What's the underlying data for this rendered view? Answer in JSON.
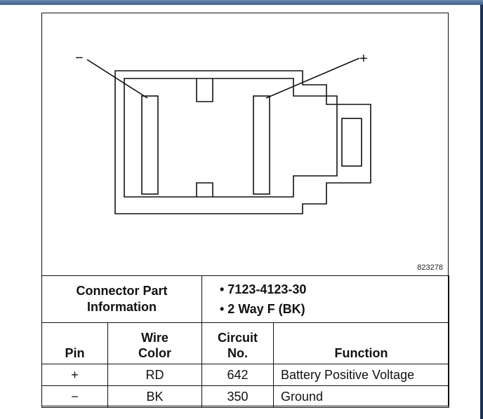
{
  "diagram": {
    "negative_label": "−",
    "positive_label": "+",
    "reference_code": "823278"
  },
  "connector_info": {
    "label_line1": "Connector Part",
    "label_line2": "Information",
    "values": [
      "• 7123-4123-30",
      "• 2 Way F (BK)"
    ]
  },
  "pin_table": {
    "headers": {
      "pin": "Pin",
      "wire_color_line1": "Wire",
      "wire_color_line2": "Color",
      "circuit_line1": "Circuit",
      "circuit_line2": "No.",
      "function": "Function"
    },
    "rows": [
      {
        "pin": "+",
        "wire_color": "RD",
        "circuit": "642",
        "function": "Battery Positive Voltage"
      },
      {
        "pin": "−",
        "wire_color": "BK",
        "circuit": "350",
        "function": "Ground"
      }
    ]
  }
}
